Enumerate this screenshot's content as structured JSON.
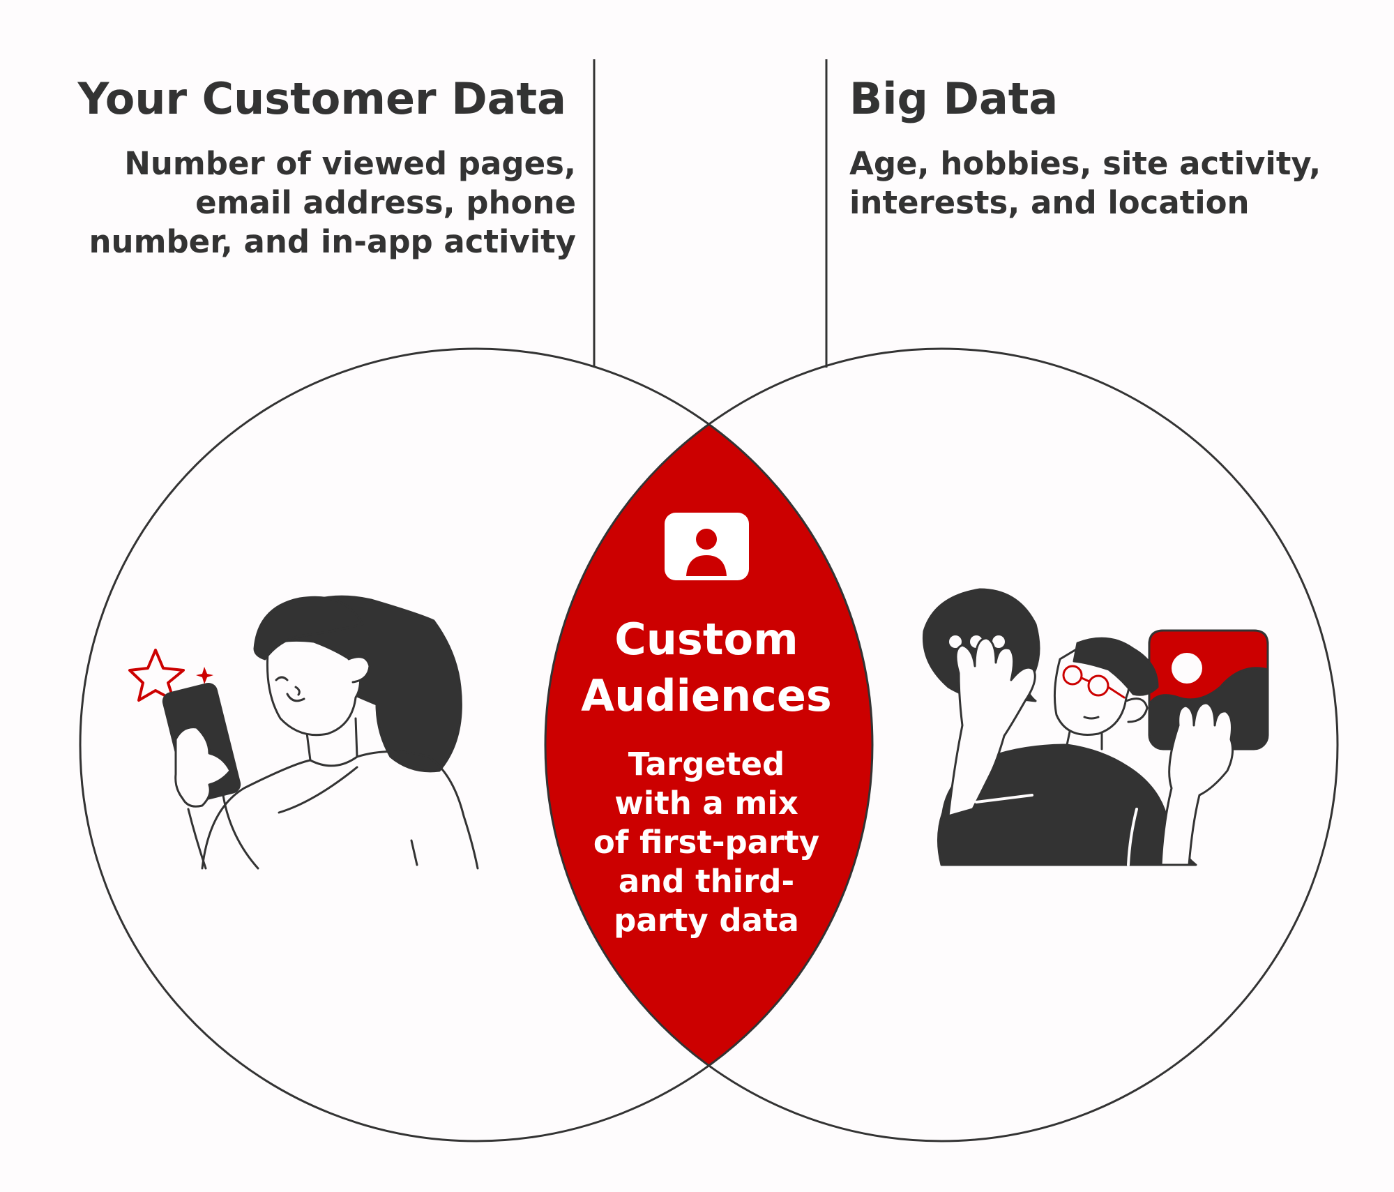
{
  "left": {
    "title": "Your Customer Data",
    "description_lines": [
      "Number of viewed pages,",
      "email address, phone",
      "number, and in-app activity"
    ]
  },
  "right": {
    "title": "Big Data",
    "description_lines": [
      "Age, hobbies, site activity,",
      "interests, and location"
    ]
  },
  "center": {
    "icon": "user-profile-icon",
    "title_lines": [
      "Custom",
      "Audiences"
    ],
    "description_lines": [
      "Targeted",
      "with a mix",
      "of first-party",
      "and third-",
      "party data"
    ]
  },
  "illustrations": {
    "left": "woman-smiling-at-phone-illustration",
    "right": "man-with-chat-bubble-and-image-illustration"
  },
  "colors": {
    "accent": "#cc0000",
    "ink": "#333333",
    "background": "#fefcfd"
  }
}
